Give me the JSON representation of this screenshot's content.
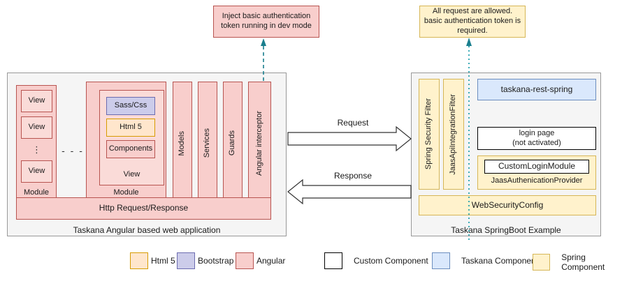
{
  "callouts": {
    "left": "Inject basic authentication token running in dev mode",
    "right": "All request are allowed. basic authentication token is required."
  },
  "left_panel": {
    "caption": "Taskana Angular based web application",
    "module_a": {
      "label": "Module",
      "views": [
        "View",
        "View",
        "View"
      ],
      "ellipsis": "⋮"
    },
    "between_modules": "- - -",
    "module_b": {
      "label": "Module",
      "view_label": "View",
      "items": [
        {
          "label": "Sass/Css",
          "style": "bootstrap"
        },
        {
          "label": "Html 5",
          "style": "html5"
        },
        {
          "label": "Components",
          "style": "angular"
        }
      ]
    },
    "columns": [
      "Models",
      "Services",
      "Guards"
    ],
    "interceptor": "Angular interceptor",
    "http_bar": "Http Request/Response"
  },
  "arrows": {
    "request": "Request",
    "response": "Response"
  },
  "right_panel": {
    "caption": "Taskana SpringBoot Example",
    "filters": [
      "Spring Security Filter",
      "JaasApiIntegrationFilter"
    ],
    "rest": "taskana-rest-spring",
    "login_page": "login page\n(not activated)",
    "login_page_line1": "login page",
    "login_page_line2": "(not activated)",
    "provider": {
      "inner": "CustomLoginModule",
      "label": "JaasAuthenicationProvider"
    },
    "web_security_config": "WebSecurityConfig"
  },
  "legend": {
    "left_group": [
      {
        "label": "Html 5",
        "fill": "#ffe6cc",
        "stroke": "#d79b00"
      },
      {
        "label": "Bootstrap",
        "fill": "#ccccea",
        "stroke": "#6c6cb0"
      },
      {
        "label": "Angular",
        "fill": "#f8cecc",
        "stroke": "#b85450"
      }
    ],
    "right_group": [
      {
        "label": "Custom Component",
        "fill": "#ffffff",
        "stroke": "#000000"
      },
      {
        "label": "Taskana Component",
        "fill": "#dae8fc",
        "stroke": "#6c8ebf"
      },
      {
        "label": "Spring Component",
        "fill": "#fff2cc",
        "stroke": "#d6b656"
      }
    ]
  },
  "colors": {
    "angular": "#f8cecc",
    "angular_border": "#b85450",
    "bootstrap": "#ccccea",
    "html5": "#ffe6cc",
    "spring": "#fff2cc",
    "taskana": "#dae8fc",
    "panel": "#f5f5f5",
    "dashed": "#10739e"
  }
}
